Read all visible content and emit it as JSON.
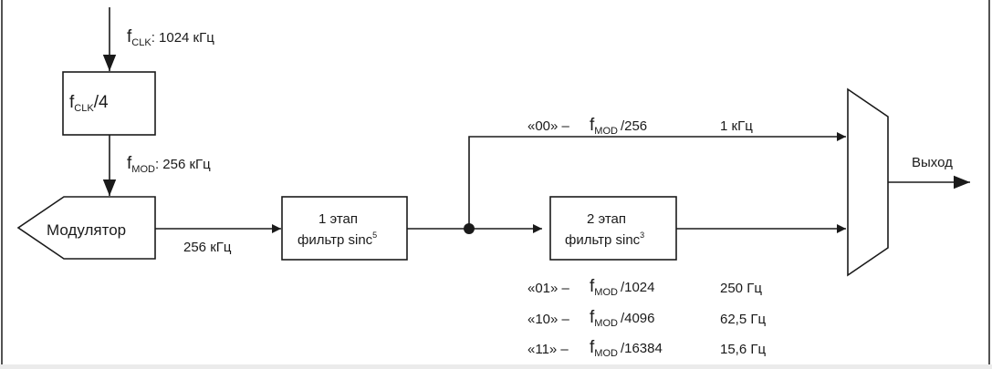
{
  "clock": {
    "f_label": "f",
    "f_sub": "CLK",
    "input_value": ": 1024 кГц",
    "divider_f": "f",
    "divider_sub": "CLK",
    "divider_div": "/4"
  },
  "mod_clock": {
    "f_label": "f",
    "f_sub": "MOD",
    "value": ": 256 кГц"
  },
  "modulator": {
    "label": "Модулятор",
    "output_rate": "256 кГц"
  },
  "stage1": {
    "line1": "1 этап",
    "line2": "фильтр sinc",
    "order": "5"
  },
  "stage2": {
    "line1": "2 этап",
    "line2": "фильтр sinc",
    "order": "3"
  },
  "mux": {
    "output_label": "Выход"
  },
  "rates": [
    {
      "code": "«00» –",
      "f": "f",
      "sub": "MOD",
      "div": "/256",
      "freq": "1 кГц"
    },
    {
      "code": "«01» –",
      "f": "f",
      "sub": "MOD",
      "div": "/1024",
      "freq": "250 Гц"
    },
    {
      "code": "«10» –",
      "f": "f",
      "sub": "MOD",
      "div": "/4096",
      "freq": "62,5 Гц"
    },
    {
      "code": "«11» –",
      "f": "f",
      "sub": "MOD",
      "div": "/16384",
      "freq": "15,6 Гц"
    }
  ],
  "colors": {
    "line": "#1a1a1a",
    "background": "#ffffff"
  }
}
